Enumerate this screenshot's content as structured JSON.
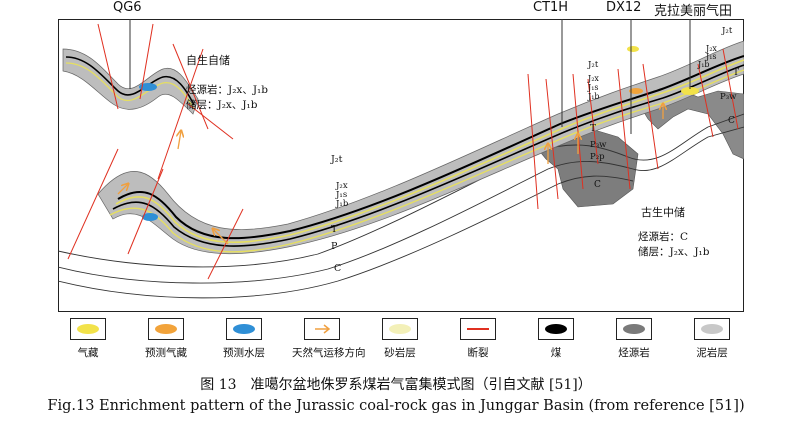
{
  "wells": {
    "qg6": "QG6",
    "ct1h": "CT1H",
    "dx12": "DX12",
    "field": "克拉美丽气田"
  },
  "annotations": {
    "self_storage": {
      "title": "自生自储",
      "source_line": "烃源岩：J₂x、J₁b",
      "reservoir_line": "储层：J₂x、J₁b"
    },
    "paleo_storage": {
      "title": "古生中储",
      "source_line": "烃源岩：C",
      "reservoir_line": "储层：J₂x、J₁b"
    }
  },
  "strata_labels": {
    "j2t_center": "J₂t",
    "j2x_center": "J₂x",
    "j1s_center": "J₁s",
    "j1b_center": "J₁b",
    "t_center": "T",
    "p_center": "P",
    "c_center": "C",
    "j2t_ct": "J₂t",
    "j2x_ct": "J₂x",
    "j1s_ct": "J₁s",
    "j1b_ct": "J₁b",
    "t_ct": "T",
    "pw_ct": "P₃w",
    "pp_ct": "P₂p",
    "c_ct": "C",
    "j2t_right": "J₂t",
    "j2x_right": "J₂x",
    "j1s_right": "J₁s",
    "j1b_right": "J₁b",
    "t_right": "T",
    "pw_right": "P₃w",
    "c_right": "C"
  },
  "legend": [
    {
      "label": "气藏",
      "icon": "gas-reservoir-icon",
      "color": "#f2e24a"
    },
    {
      "label": "预测气藏",
      "icon": "predicted-gas-icon",
      "color": "#f2a33a"
    },
    {
      "label": "预测水层",
      "icon": "predicted-water-icon",
      "color": "#2f8fd6"
    },
    {
      "label": "天然气运移方向",
      "icon": "migration-arrow-icon",
      "color": "#f0a040"
    },
    {
      "label": "砂岩层",
      "icon": "sandstone-icon",
      "color": "#f3f0b8"
    },
    {
      "label": "断裂",
      "icon": "fault-icon",
      "color": "#e03020"
    },
    {
      "label": "煤",
      "icon": "coal-icon",
      "color": "#000000"
    },
    {
      "label": "烃源岩",
      "icon": "source-rock-icon",
      "color": "#7a7a7a"
    },
    {
      "label": "泥岩层",
      "icon": "mudstone-icon",
      "color": "#c8c8c8"
    }
  ],
  "captions": {
    "cn": "图 13　准噶尔盆地侏罗系煤岩气富集模式图（引自文献 [51]）",
    "en": "Fig.13 Enrichment pattern of the Jurassic coal-rock gas in Junggar Basin (from reference [51])"
  }
}
